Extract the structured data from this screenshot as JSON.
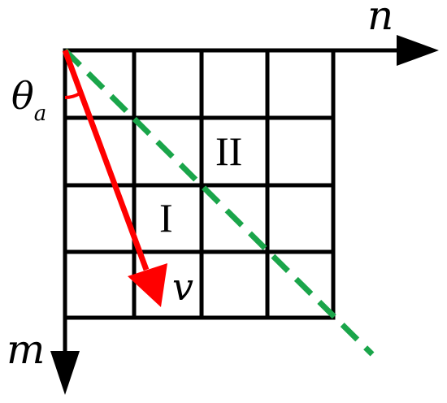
{
  "axes": {
    "horizontal_label": "n",
    "vertical_label": "m"
  },
  "angle": {
    "symbol": "θ",
    "subscript": "a"
  },
  "vector": {
    "label": "v"
  },
  "regions": {
    "first": "I",
    "second": "II"
  },
  "grid": {
    "rows": 4,
    "columns": 4
  },
  "colors": {
    "grid_lines": "#000000",
    "velocity_arrow": "#ff0000",
    "dashed_line": "#1aa54a",
    "background": "#ffffff"
  }
}
